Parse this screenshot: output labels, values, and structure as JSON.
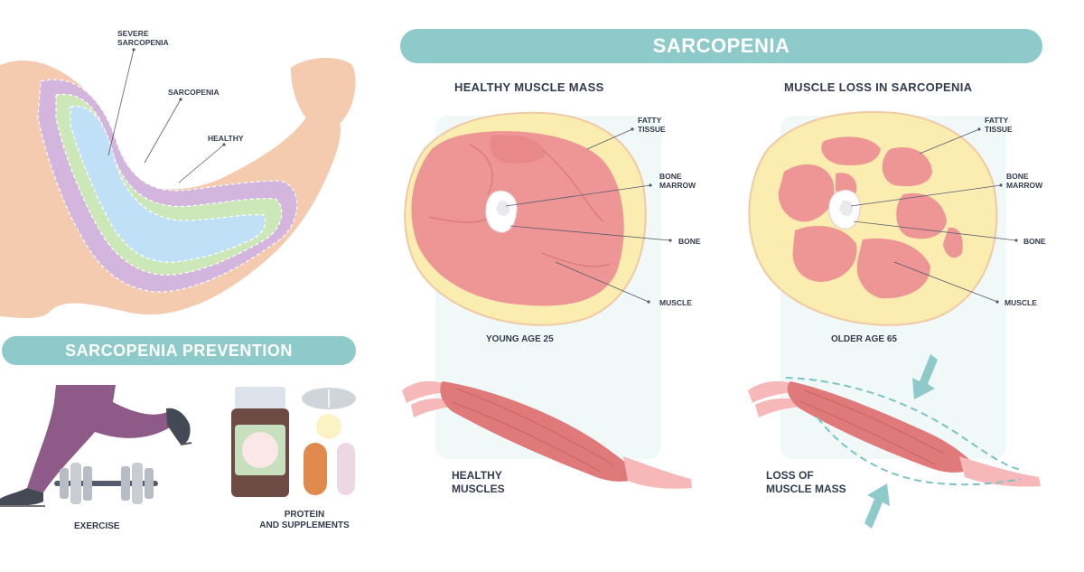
{
  "title": "SARCOPENIA",
  "prevention": {
    "title": "SARCOPENIA PREVENTION",
    "exercise": "EXERCISE",
    "supplements": "PROTEIN\nAND SUPPLEMENTS"
  },
  "arm": {
    "severe": "SEVERE\nSARCOPENIA",
    "sarcopenia": "SARCOPENIA",
    "healthy": "HEALTHY"
  },
  "healthy_panel": {
    "heading": "HEALTHY MUSCLE MASS",
    "fatty": "FATTY\nTISSUE",
    "marrow": "BONE\nMARROW",
    "bone": "BONE",
    "muscle": "MUSCLE",
    "caption": "YOUNG  AGE 25",
    "muscles_label": "HEALTHY\nMUSCLES"
  },
  "loss_panel": {
    "heading": "MUSCLE LOSS IN SARCOPENIA",
    "fatty": "FATTY\nTISSUE",
    "marrow": "BONE\nMARROW",
    "bone": "BONE",
    "muscle": "MUSCLE",
    "caption": "OLDER  AGE 65",
    "muscles_label": "LOSS OF\nMUSCLE MASS"
  },
  "colors": {
    "teal": "#8fcaca",
    "fat": "#fbecb0",
    "muscle": "#ee9696",
    "skin": "#f5cbb0",
    "bone": "#e8eaec",
    "arm_severe": "#d4b5dd",
    "arm_sarcopenia": "#cde8b8",
    "arm_healthy": "#bfe0f7",
    "leggings": "#8e5a88"
  },
  "icons": [
    "running-legs-icon",
    "dumbbell-icon",
    "supplement-jar-icon",
    "pill-icon",
    "capsule-icon"
  ]
}
